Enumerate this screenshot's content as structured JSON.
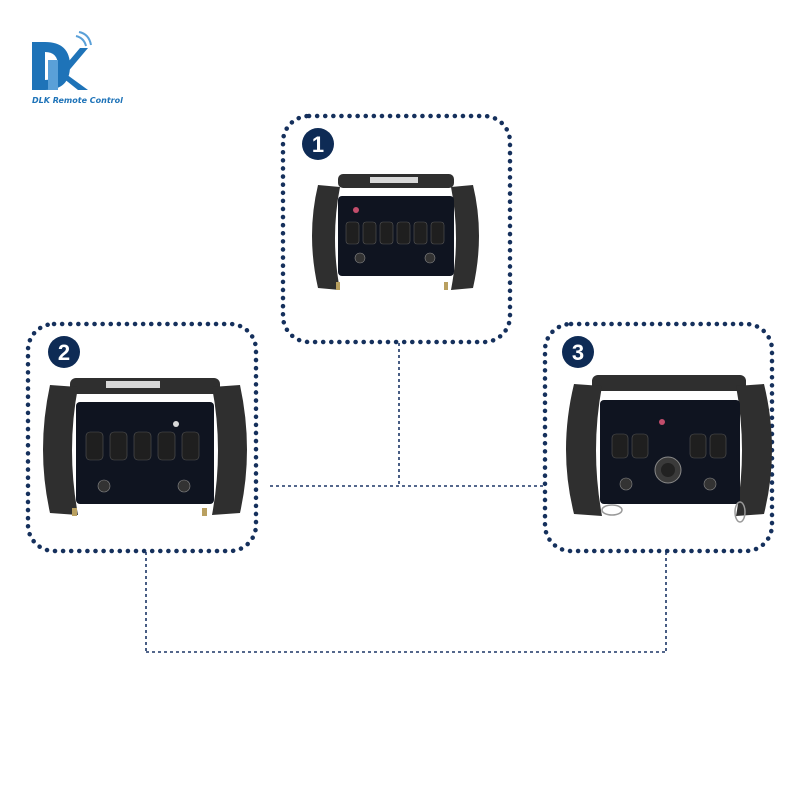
{
  "logo": {
    "text": "DLK Remote Control",
    "monogram": "DLK",
    "colors": {
      "primary": "#1e73b8",
      "light": "#5aa0d8"
    }
  },
  "panels": [
    {
      "number": "1",
      "switch_count": 6,
      "knob": false
    },
    {
      "number": "2",
      "switch_count": 5,
      "knob": false
    },
    {
      "number": "3",
      "switch_count": 4,
      "knob": true
    }
  ],
  "colors": {
    "border": "#15305c",
    "badge": "#0e2b55",
    "connector": "#1c3566",
    "handle": "#2f2f2f",
    "panel": "#0f1420"
  }
}
